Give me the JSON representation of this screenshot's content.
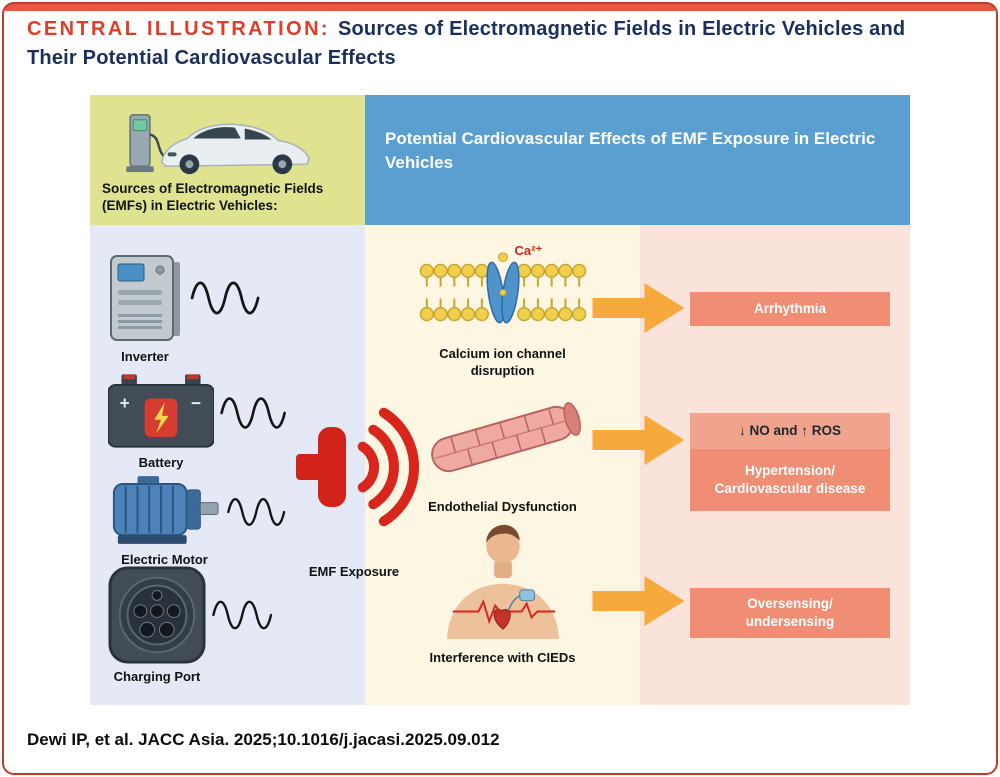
{
  "colors": {
    "frame_red": "#c13a2c",
    "accent_red": "#e2593f",
    "title_red": "#e03d28",
    "title_navy": "#1b2f5e",
    "sources_header_bg": "#dfe390",
    "effects_header_bg": "#5b9fd0",
    "sources_body_bg": "#e5e9f6",
    "mechanisms_bg": "#fdf6e3",
    "outcomes_bg": "#f9e3da",
    "outcome_box": "#ef8e75",
    "outcome_box_light": "#f0a48d",
    "arrow_orange": "#f6a93c",
    "emf_red": "#d2231a"
  },
  "header": {
    "label": "CENTRAL ILLUSTRATION:",
    "title": "Sources of Electromagnetic Fields in Electric Vehicles and Their Potential Cardiovascular Effects"
  },
  "sources_panel": {
    "title": "Sources of Electromagnetic Fields (EMFs) in Electric Vehicles:",
    "items": [
      {
        "label": "Inverter",
        "icon": "inverter-icon"
      },
      {
        "label": "Battery",
        "icon": "battery-icon"
      },
      {
        "label": "Electric Motor",
        "icon": "electric-motor-icon"
      },
      {
        "label": "Charging Port",
        "icon": "charging-port-icon"
      }
    ]
  },
  "effects_panel": {
    "title": "Potential Cardiovascular Effects of EMF Exposure in Electric Vehicles"
  },
  "emf": {
    "label": "EMF Exposure"
  },
  "mechanisms": [
    {
      "label": "Calcium ion channel disruption",
      "annotation": "Ca²⁺",
      "icon": "calcium-channel-icon"
    },
    {
      "label": "Endothelial Dysfunction",
      "icon": "blood-vessel-icon"
    },
    {
      "label": "Interference with CIEDs",
      "icon": "patient-cied-icon"
    }
  ],
  "outcomes": {
    "arrhythmia": "Arrhythmia",
    "no_ros": "↓ NO and ↑ ROS",
    "hypertension_line1": "Hypertension/",
    "hypertension_line2": "Cardiovascular disease",
    "oversensing_line1": "Oversensing/",
    "oversensing_line2": "undersensing"
  },
  "footer": {
    "citation": "Dewi IP, et al. JACC Asia. 2025;10.1016/j.jacasi.2025.09.012"
  }
}
